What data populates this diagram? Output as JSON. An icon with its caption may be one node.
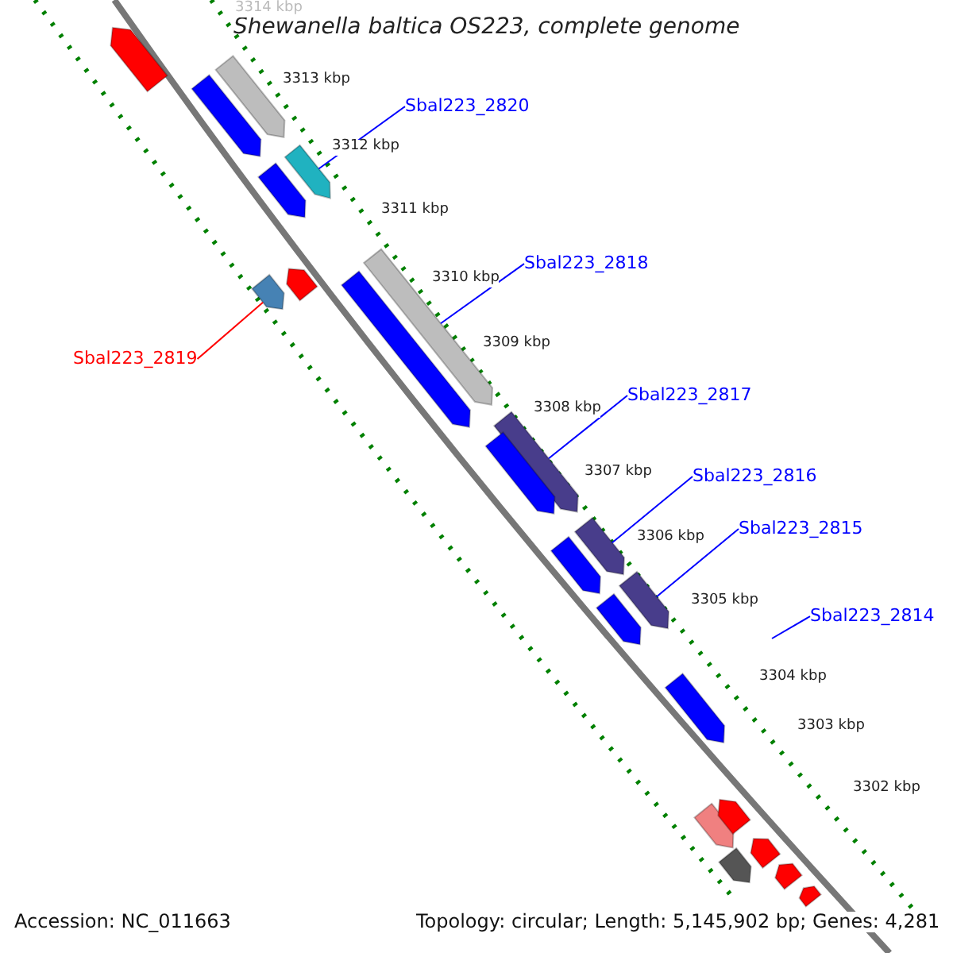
{
  "diagram": {
    "title": "Shewanella baltica OS223, complete genome",
    "nodes": [
      {
        "text": [
          "Sbal223_2820"
        ]
      },
      {
        "text": [],
        "shape": "bar"
      },
      {
        "text": [
          "Sbal223_2819"
        ]
      },
      {
        "text": [],
        "shape": "bar"
      },
      {
        "text": [
          "Sbal223_2818"
        ]
      },
      {
        "text": [],
        "shape": "bar"
      },
      {
        "text": [
          "Sbal223_2817"
        ]
      },
      {
        "text": [],
        "shape": "bar"
      },
      {
        "text": [
          "Sbal223_2816"
        ]
      },
      {
        "text": [],
        "shape": "bar"
      },
      {
        "text": [
          "Sbal223_2815"
        ]
      },
      {
        "text": [],
        "shape": "bar"
      },
      {
        "text": [
          "Sbal223_2814"
        ]
      },
      {
        "text": [],
        "shape": "bar"
      },
      {
        "text": [],
        "shape": "bar"
      },
      {
        "text": [],
        "shape": "bar"
      },
      {
        "text": [],
        "shape": "bar"
      },
      {
        "text": [],
        "shape": "bar"
      },
      {
        "text": [],
        "shape": "bar"
      },
      {
        "text": [],
        "shape": "bar"
      },
      {
        "text": [],
        "shape": "bar"
      },
      {
        "text": [],
        "shape": "bar"
      },
      {
        "text": [],
        "shape": "bar"
      },
      {
        "text": [],
        "shape": "bar"
      },
      {
        "text": [],
        "shape": "bar"
      },
      {
        "text": [],
        "shape": "bar"
      },
      {
        "text": [],
        "shape": "bar"
      },
      {
        "text": [],
        "shape": "bar"
      },
      {
        "text": [],
        "shape": "bar"
      }
    ],
    "edges": [
      {
        "from": 0,
        "to": 1,
        "arrow": "none"
      },
      {
        "from": 2,
        "to": 3,
        "arrow": "none",
        "color": "#ff0000"
      },
      {
        "from": 4,
        "to": 5,
        "arrow": "none"
      },
      {
        "from": 6,
        "to": 7,
        "arrow": "none"
      },
      {
        "from": 8,
        "to": 9,
        "arrow": "none"
      },
      {
        "from": 10,
        "to": 11,
        "arrow": "none"
      },
      {
        "from": 12,
        "to": null,
        "arrow": "none"
      }
    ],
    "labels": [
      "3314 kbp",
      "3313 kbp",
      "3312 kbp",
      "3311 kbp",
      "3310 kbp",
      "3309 kbp",
      "3308 kbp",
      "3307 kbp",
      "3306 kbp",
      "3305 kbp",
      "3304 kbp",
      "3303 kbp",
      "3302 kbp",
      "Accession: NC_011663",
      "Topology: circular; Length: 5,145,902 bp; Genes: 4,281"
    ]
  }
}
